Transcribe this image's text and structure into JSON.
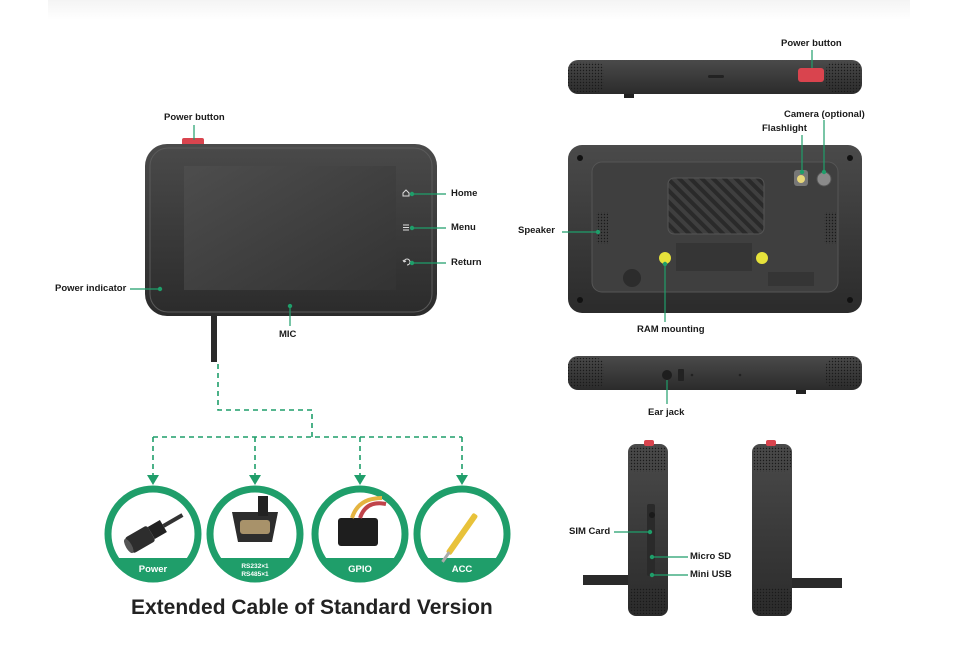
{
  "labels": {
    "power_button_front": "Power button",
    "home": "Home",
    "menu": "Menu",
    "return": "Return",
    "power_indicator": "Power indicator",
    "mic": "MIC",
    "power_button_top": "Power button",
    "camera": "Camera (optional)",
    "flashlight": "Flashlight",
    "speaker": "Speaker",
    "ram_mounting": "RAM mounting",
    "ear_jack": "Ear jack",
    "sim_card": "SIM Card",
    "micro_sd": "Micro SD",
    "mini_usb": "Mini USB"
  },
  "cables": {
    "power": "Power",
    "serial_line1": "RS232×1",
    "serial_line2": "RS485×1",
    "gpio": "GPIO",
    "acc": "ACC"
  },
  "title": "Extended Cable of Standard Version",
  "colors": {
    "accent_green": "#1f9e6a",
    "device_body": "#3a3a3a",
    "power_button": "#d9444e"
  }
}
